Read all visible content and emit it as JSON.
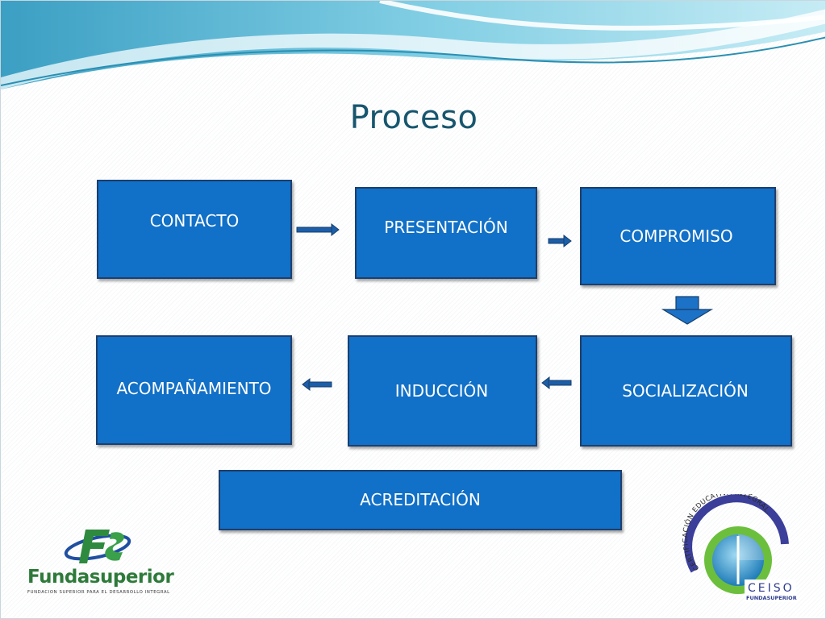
{
  "slide": {
    "title": "Proceso"
  },
  "steps": [
    {
      "id": "contacto",
      "label": "CONTACTO"
    },
    {
      "id": "presentacion",
      "label": "PRESENTACIÓN"
    },
    {
      "id": "compromiso",
      "label": "COMPROMISO"
    },
    {
      "id": "socializacion",
      "label": "SOCIALIZACIÓN"
    },
    {
      "id": "induccion",
      "label": "INDUCCIÓN"
    },
    {
      "id": "acompanamiento",
      "label": "ACOMPAÑAMIENTO"
    },
    {
      "id": "acreditacion",
      "label": "ACREDITACIÓN"
    }
  ],
  "flow": [
    {
      "from": "CONTACTO",
      "to": "PRESENTACIÓN",
      "direction": "right"
    },
    {
      "from": "PRESENTACIÓN",
      "to": "COMPROMISO",
      "direction": "right"
    },
    {
      "from": "COMPROMISO",
      "to": "SOCIALIZACIÓN",
      "direction": "down"
    },
    {
      "from": "SOCIALIZACIÓN",
      "to": "INDUCCIÓN",
      "direction": "left"
    },
    {
      "from": "INDUCCIÓN",
      "to": "ACOMPAÑAMIENTO",
      "direction": "left"
    }
  ],
  "logos": {
    "left": {
      "name": "Fundasuperior",
      "tagline": "FUNDACION SUPERIOR PARA EL DESARROLLO INTEGRAL",
      "icon": "fs-swirl-logo-icon"
    },
    "right": {
      "ring_text": "CERTIFICACIÓN EDUCATIVA INTEGRAL.",
      "name": "CEISO",
      "sub": "FUNDASUPERIOR",
      "icon": "ceiso-seal-icon"
    }
  },
  "colors": {
    "box_fill": "#1170c7",
    "box_border": "#1c3f6e",
    "title": "#17566e",
    "arrow": "#1c5ea8",
    "wave_light": "#9ad7e8",
    "wave_dark": "#2a8fb2"
  }
}
